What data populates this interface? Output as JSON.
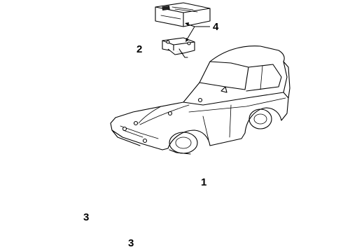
{
  "callouts": {
    "c1": "1",
    "c2": "2",
    "c3a": "3",
    "c3b": "3",
    "c4": "4"
  }
}
